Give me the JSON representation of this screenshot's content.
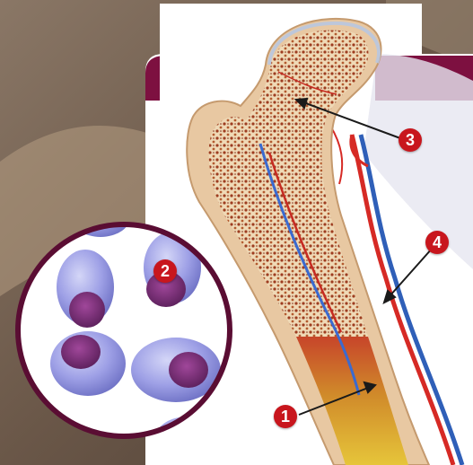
{
  "callouts": {
    "marrow": "1",
    "cells": "2",
    "spongy_bone": "3",
    "blood_vessels": "4"
  },
  "colors": {
    "frame_accent": "#7d1040",
    "callout_badge": "#c8161d",
    "artery": "#d62a25",
    "vein": "#2f5fb8",
    "cell_membrane": "#9a9be6",
    "cell_nucleus": "#7a2f77",
    "bone": "#e8c8a2"
  },
  "icons": [
    "magnified-cells-inset",
    "femur-cross-section"
  ]
}
